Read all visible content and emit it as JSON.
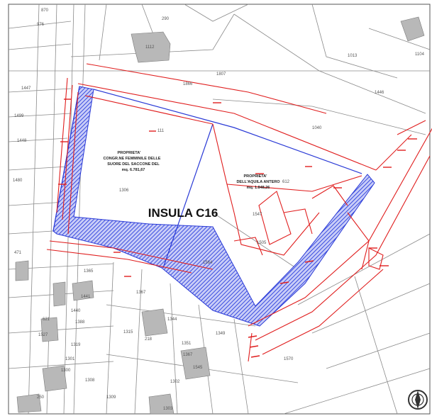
{
  "title": "INSULA C16",
  "labels": {
    "area1": {
      "line1": "PROPRIETA'",
      "line2": "CONGR.NE FEMMINILE DELLE",
      "line3": "SUORE DEL SACCONE DEL",
      "line4": "mq. 6.781,67"
    },
    "area2": {
      "line1": "PROPRIETA'",
      "line2": "DELL'AQUILA ANTERO",
      "line3": "mq. 1.848,26"
    }
  },
  "parcels": {
    "p870": "870",
    "p976": "976",
    "p290": "290",
    "p1112": "1112",
    "p1013": "1013",
    "p1104": "1104",
    "p1807": "1807",
    "p1866": "1866",
    "p1447": "1447",
    "p1446": "1446",
    "p111": "111",
    "p1040": "1040",
    "p1499": "1499",
    "p1448": "1448",
    "p1480": "1480",
    "p1306": "1306",
    "p612": "612",
    "p1547": "1547",
    "p1505": "1505",
    "p1564": "1564",
    "p471": "471",
    "p1365": "1365",
    "p1441": "1441",
    "p1440": "1440",
    "p1388": "1388",
    "p1367": "1367",
    "p1315": "1315",
    "p218": "218",
    "p1344": "1344",
    "p1349": "1349",
    "p621": "621",
    "p1527": "1527",
    "p1319": "1319",
    "p1351": "1351",
    "p1367b": "1367",
    "p1301": "1301",
    "p1300": "1300",
    "p1308": "1308",
    "p1309": "1309",
    "p250": "250",
    "p1570": "1570",
    "p1302": "1302",
    "p1545": "1545",
    "p1303": "1303"
  },
  "colors": {
    "boundary": "#e01e1e",
    "proposal": "#2a3ad6",
    "hatch": "#3a4ce0",
    "cadastre": "#8a8a8a",
    "building": "#b8b8b8"
  },
  "icons": {
    "north": "north-arrow-icon"
  }
}
